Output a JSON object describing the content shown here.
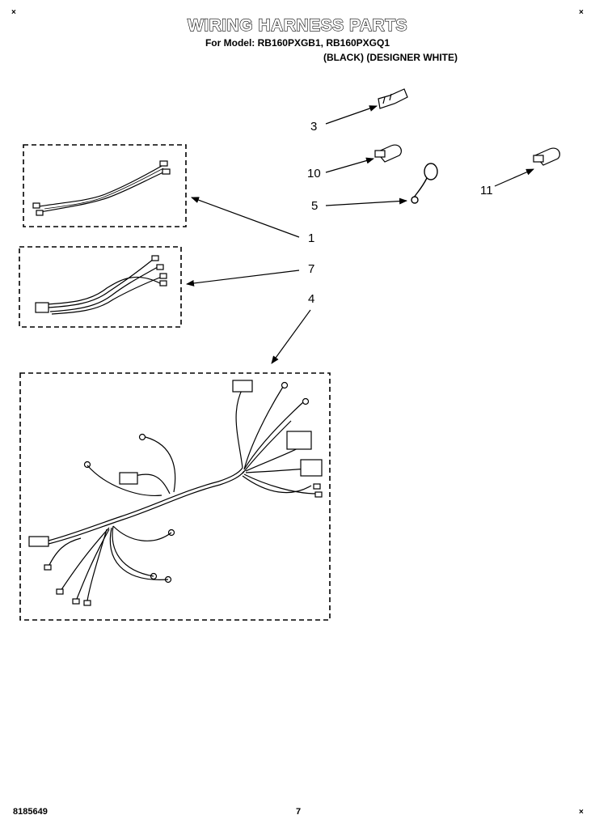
{
  "header": {
    "title": "WIRING HARNESS PARTS",
    "models": "For Model: RB160PXGB1, RB160PXGQ1",
    "colors": "(BLACK) (DESIGNER WHITE)"
  },
  "callouts": [
    "3",
    "10",
    "5",
    "11",
    "1",
    "7",
    "4"
  ],
  "footer": {
    "doc_number": "8185649",
    "page_number": "7"
  },
  "corner_mark": "×"
}
